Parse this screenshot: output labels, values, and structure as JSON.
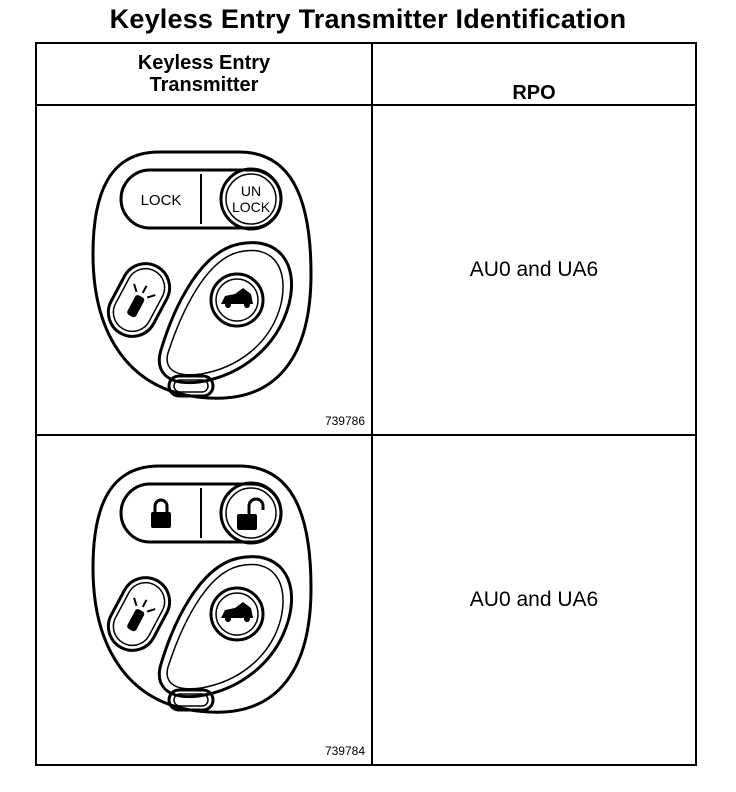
{
  "title": "Keyless Entry Transmitter Identification",
  "table": {
    "headers": {
      "transmitter_line1": "Keyless Entry",
      "transmitter_line2": "Transmitter",
      "rpo": "RPO"
    },
    "rows": [
      {
        "figure_id": "739786",
        "lock_label": "LOCK",
        "unlock_label_line1": "UN",
        "unlock_label_line2": "LOCK",
        "icons": [
          "panic-light-icon",
          "trunk-release-icon"
        ],
        "rpo": "AU0 and UA6"
      },
      {
        "figure_id": "739784",
        "icons": [
          "padlock-closed-icon",
          "padlock-open-icon",
          "panic-light-icon",
          "trunk-release-icon"
        ],
        "rpo": "AU0 and UA6"
      }
    ]
  }
}
